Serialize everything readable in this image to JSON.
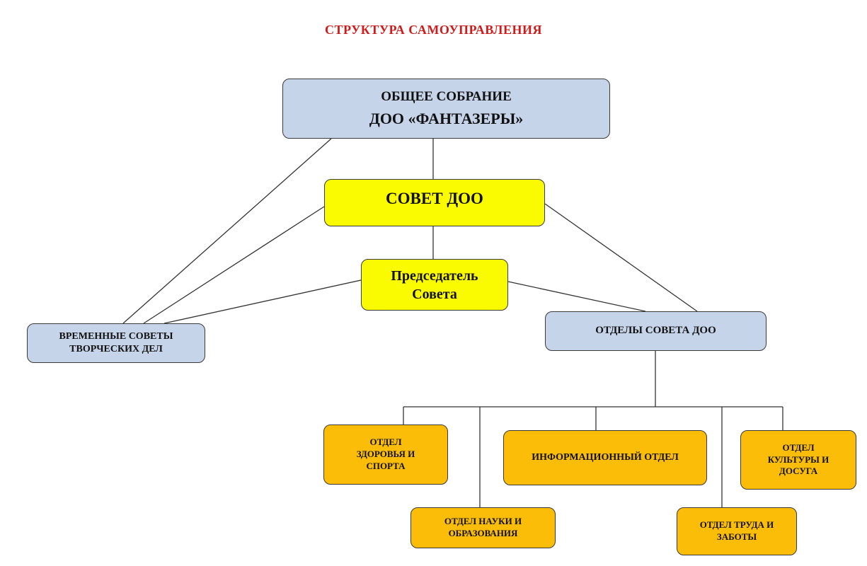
{
  "title": "СТРУКТУРА САМОУПРАВЛЕНИЯ",
  "colors": {
    "title": "#d11a1a",
    "blue_box": "#c6d4ea",
    "yellow_box": "#fbfb00",
    "orange_box": "#fbbd08",
    "border": "#3a3a3a"
  },
  "nodes": {
    "general_meeting": {
      "line1": "ОБЩЕЕ  СОБРАНИЕ",
      "line2": "ДОО «ФАНТАЗЕРЫ»"
    },
    "council": {
      "line1": "СОВЕТ ДОО"
    },
    "chairman": {
      "line1": "Председатель",
      "line2": "Совета"
    },
    "temp_councils": {
      "line1": "ВРЕМЕННЫЕ СОВЕТЫ",
      "line2": "ТВОРЧЕСКИХ ДЕЛ"
    },
    "departments": {
      "line1": "ОТДЕЛЫ  СОВЕТА ДОО"
    },
    "dept_health": {
      "line1": "ОТДЕЛ",
      "line2": "ЗДОРОВЬЯ И",
      "line3": "СПОРТА"
    },
    "dept_science": {
      "line1": "ОТДЕЛ НАУКИ И",
      "line2": "ОБРАЗОВАНИЯ"
    },
    "dept_info": {
      "line1": "ИНФОРМАЦИОННЫЙ ОТДЕЛ"
    },
    "dept_labor": {
      "line1": "ОТДЕЛ ТРУДА И",
      "line2": "ЗАБОТЫ"
    },
    "dept_culture": {
      "line1": "ОТДЕЛ",
      "line2": "КУЛЬТУРЫ  И",
      "line3": "ДОСУГА"
    }
  }
}
